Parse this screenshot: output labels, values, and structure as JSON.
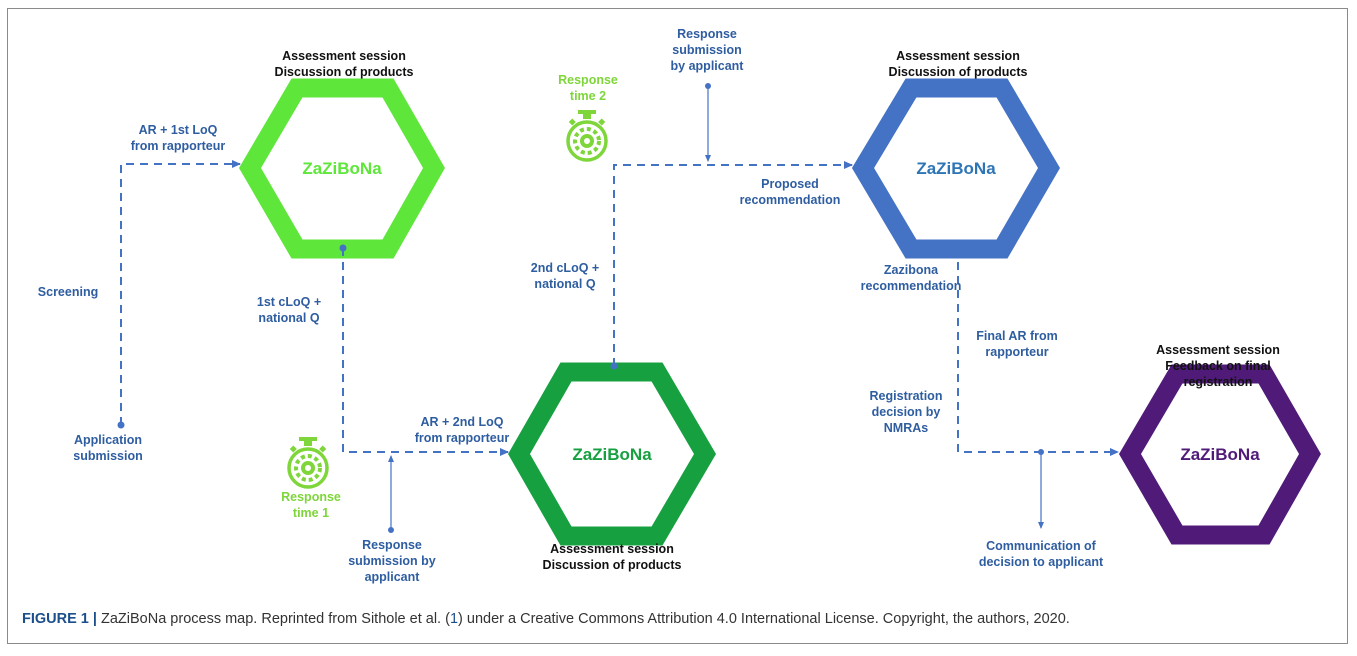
{
  "nodes": [
    {
      "name": "ZaZiBoNa",
      "color": "#5ee63a",
      "text_color": "#5ee63a",
      "title": "Assessment session\nDiscussion of products"
    },
    {
      "name": "ZaZiBoNa",
      "color": "#16a040",
      "text_color": "#16a040",
      "title": "Assessment session\nDiscussion of products"
    },
    {
      "name": "ZaZiBoNa",
      "color": "#4472c4",
      "text_color": "#2e75b6",
      "title": "Assessment session\nDiscussion of products"
    },
    {
      "name": "ZaZiBoNa",
      "color": "#4f1a78",
      "text_color": "#4f1a78",
      "title": "Assessment session\nFeedback on final registration"
    }
  ],
  "timers": [
    {
      "label": "Response\ntime 1",
      "color": "#7ed63a"
    },
    {
      "label": "Response\ntime 2",
      "color": "#7ed63a"
    }
  ],
  "labels": {
    "application_submission": "Application\nsubmission",
    "screening": "Screening",
    "ar_1st_loq": "AR + 1st LoQ\nfrom rapporteur",
    "first_cloq": "1st cLoQ +\nnational Q",
    "ar_2nd_loq": "AR + 2nd LoQ\nfrom rapporteur",
    "response_submission_1": "Response\nsubmission by\napplicant",
    "second_cloq": "2nd cLoQ +\nnational Q",
    "response_submission_2": "Response\nsubmission\nby applicant",
    "proposed_recommendation": "Proposed\nrecommendation",
    "zazibona_recommendation": "Zazibona\nrecommendation",
    "final_ar": "Final AR from\nrapporteur",
    "registration_decision": "Registration\ndecision by\nNMRAs",
    "communication": "Communication of\ndecision to applicant"
  },
  "flow_color": "#4472c4",
  "caption": {
    "figure": "FIGURE 1 |",
    "text_before": " ZaZiBoNa process map. Reprinted from Sithole et al. (",
    "ref": "1",
    "text_after": ") under a Creative Commons Attribution 4.0 International License. Copyright, the authors, 2020."
  }
}
